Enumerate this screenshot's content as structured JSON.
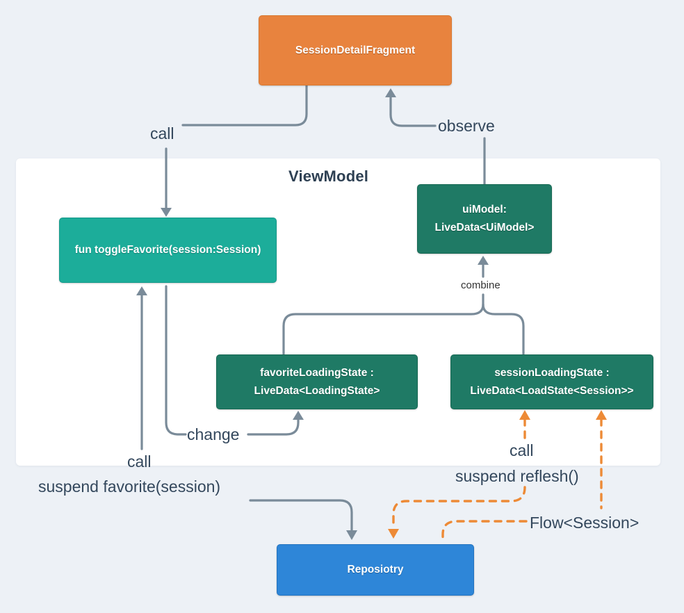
{
  "diagram": {
    "container_title": "ViewModel",
    "nodes": {
      "fragment": {
        "label": "SessionDetailFragment"
      },
      "toggle_favorite": {
        "label": "fun toggleFavorite(session:Session)"
      },
      "ui_model": {
        "line1": "uiModel:",
        "line2": "LiveData<UiModel>"
      },
      "favorite_loading_state": {
        "line1": "favoriteLoadingState :",
        "line2": "LiveData<LoadingState>"
      },
      "session_loading_state": {
        "line1": "sessionLoadingState :",
        "line2": "LiveData<LoadState<Session>>"
      },
      "repository": {
        "label": "Reposiotry"
      }
    },
    "edge_labels": {
      "call_fragment_toggle": "call",
      "observe": "observe",
      "combine": "combine",
      "change": "change",
      "call_toggle": "call",
      "suspend_favorite": "suspend favorite(session)",
      "call_reflesh": "call",
      "suspend_reflesh": "suspend reflesh()",
      "flow_session": "Flow<Session>"
    },
    "colors": {
      "background": "#EDF1F6",
      "container": "#FFFFFF",
      "fragment_box": "#E8833E",
      "toggle_box": "#1CAD9A",
      "livedata_box": "#1F7A65",
      "repository_box": "#2E86D8",
      "gray_edge": "#7A8B99",
      "orange_edge": "#ED8A36",
      "label_text": "#33475C",
      "title_text": "#2E4053"
    }
  }
}
